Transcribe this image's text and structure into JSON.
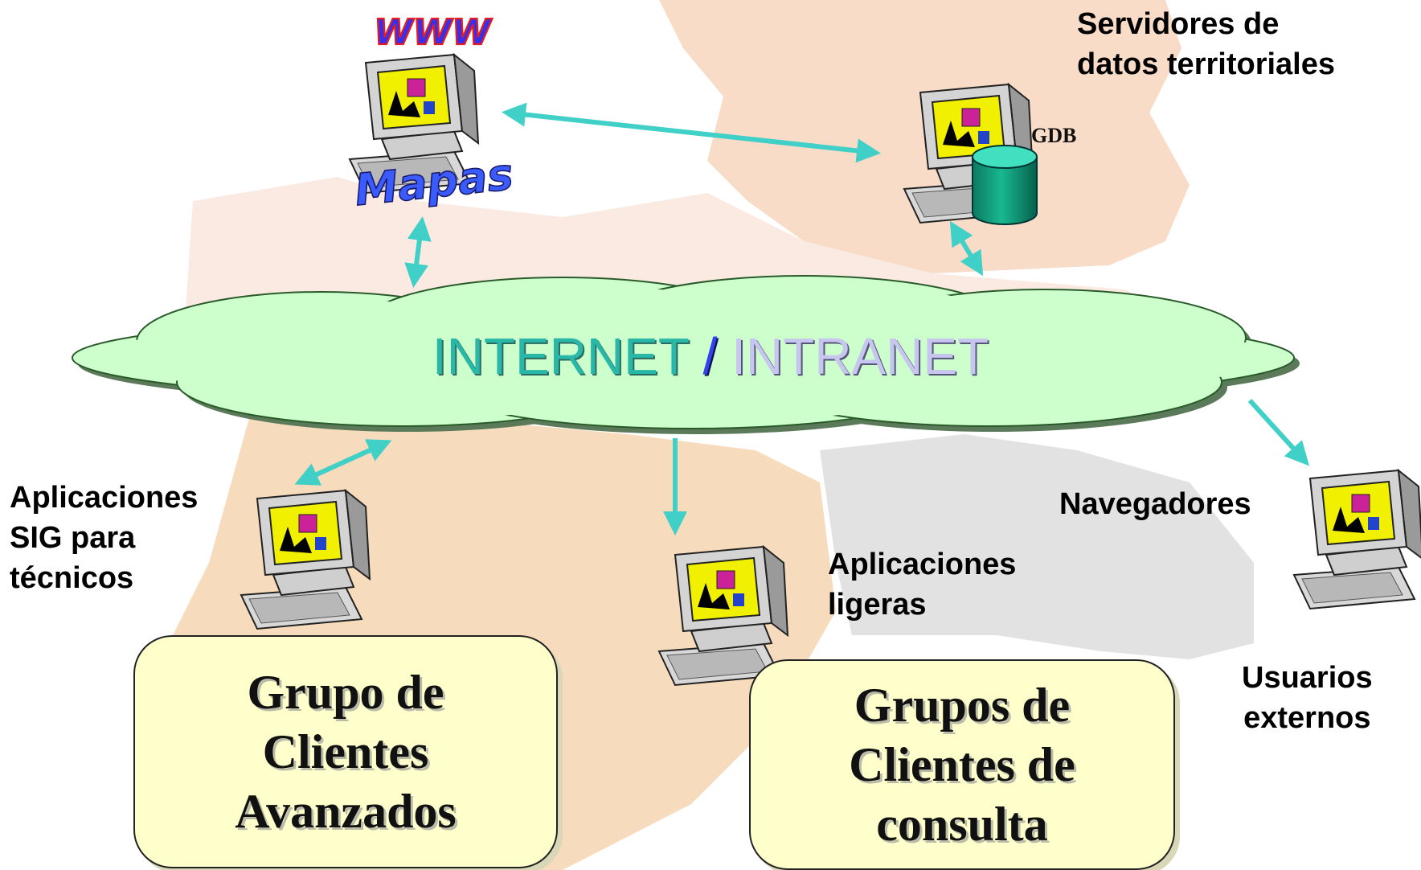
{
  "cloud": {
    "part1": "INTERNET",
    "separator": " / ",
    "part2": "INTRANET"
  },
  "www_text": "WWW",
  "mapas_text": "Mapas",
  "gdb_label": "GDB",
  "labels": {
    "servidores": "Servidores de\ndatos territoriales",
    "aplicaciones_sig": "Aplicaciones\nSIG para\ntécnicos",
    "aplicaciones_ligeras": "Aplicaciones\nligeras",
    "navegadores": "Navegadores",
    "usuarios": "Usuarios\nexternos"
  },
  "boxes": {
    "avanzados": "Grupo de\nClientes\nAvanzados",
    "consulta": "Grupos de\nClientes de\nconsulta"
  },
  "colors": {
    "arrow": "#40d0c8",
    "cloud_fill": "#ccffcc",
    "box_fill": "#ffffcc",
    "database": "#10a080"
  }
}
